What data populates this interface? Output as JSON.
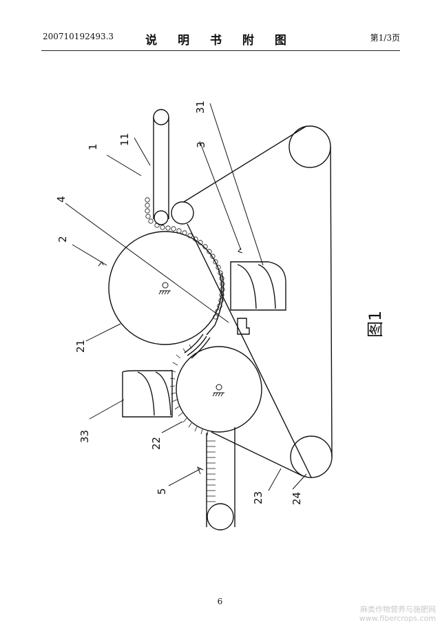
{
  "header": {
    "doc_number": "200710192493.3",
    "title": "说 明 书 附 图",
    "page_info": "第1/3页"
  },
  "figure": {
    "caption": "图1",
    "labels": [
      "1",
      "11",
      "31",
      "3",
      "4",
      "2",
      "21",
      "33",
      "22",
      "5",
      "23",
      "24"
    ]
  },
  "footer": {
    "page_number": "6"
  },
  "watermark": {
    "line1": "麻类作物营养与施肥网",
    "line2": "www.fibercrops.com"
  }
}
